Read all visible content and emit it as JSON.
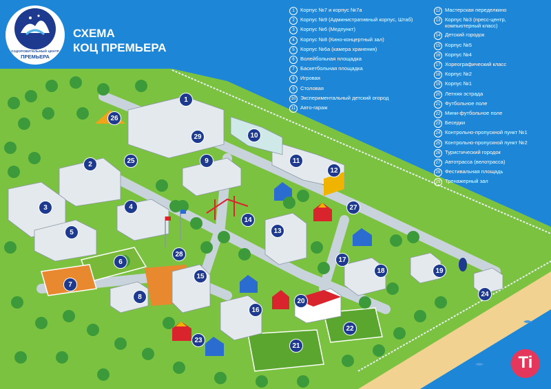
{
  "title_lines": [
    "СХЕМА",
    "КОЦ ПРЕМЬЕРА"
  ],
  "logo": {
    "subtitle": "ОЗДОРОВИТЕЛЬНЫЙ ЦЕНТР",
    "name": "ПРЕМЬЕРА"
  },
  "brand_badge": "Ti",
  "colors": {
    "sea": "#1e86d6",
    "grass": "#7cc241",
    "tree": "#3d9a3a",
    "road": "#c9d3dc",
    "marker": "#1d3a8f",
    "court_orange": "#e8892f"
  },
  "legend": [
    {
      "n": "1",
      "text": "Корпус №7 и корпус №7а"
    },
    {
      "n": "2",
      "text": "Корпус №9 (Административный корпус, Штаб)"
    },
    {
      "n": "3",
      "text": "Корпус №6 (Медпункт)"
    },
    {
      "n": "4",
      "text": "Корпус №8 (Кино-концертный зал)"
    },
    {
      "n": "5",
      "text": "Корпус №6а (камера хранения)"
    },
    {
      "n": "6",
      "text": "Волейбольная площадка"
    },
    {
      "n": "7",
      "text": "Баскетбольная площадка"
    },
    {
      "n": "8",
      "text": "Игровая"
    },
    {
      "n": "9",
      "text": "Столовая"
    },
    {
      "n": "10",
      "text": "Экспериментальный детский огород"
    },
    {
      "n": "11",
      "text": "Авто-гараж"
    },
    {
      "n": "12",
      "text": "Мастерская переделкино"
    },
    {
      "n": "13",
      "text": "Корпус №3 (пресс-центр,\nкомпьютерный класс)"
    },
    {
      "n": "14",
      "text": "Детский городок"
    },
    {
      "n": "15",
      "text": "Корпус №5"
    },
    {
      "n": "16",
      "text": "Корпус №4"
    },
    {
      "n": "17",
      "text": "Хореографический класс"
    },
    {
      "n": "18",
      "text": "Корпус №2"
    },
    {
      "n": "19",
      "text": "Корпус №1"
    },
    {
      "n": "20",
      "text": "Летняя эстрада"
    },
    {
      "n": "21",
      "text": "Футбольное поле"
    },
    {
      "n": "22",
      "text": "Мини-футбольное поле"
    },
    {
      "n": "23",
      "text": "Беседки"
    },
    {
      "n": "24",
      "text": "Контрольно-пропускной пункт №1"
    },
    {
      "n": "25",
      "text": "Контрольно-пропускной пункт №2"
    },
    {
      "n": "26",
      "text": "Туристический городок"
    },
    {
      "n": "27",
      "text": "Автотрасса (велотрасса)"
    },
    {
      "n": "28",
      "text": "Фестивальная площадь"
    },
    {
      "n": "29",
      "text": "Тренажерный зал"
    }
  ],
  "markers": [
    "1",
    "2",
    "3",
    "4",
    "5",
    "6",
    "7",
    "8",
    "9",
    "10",
    "11",
    "12",
    "13",
    "14",
    "15",
    "16",
    "17",
    "18",
    "19",
    "20",
    "21",
    "22",
    "23",
    "24",
    "25",
    "26",
    "27",
    "28",
    "29"
  ]
}
